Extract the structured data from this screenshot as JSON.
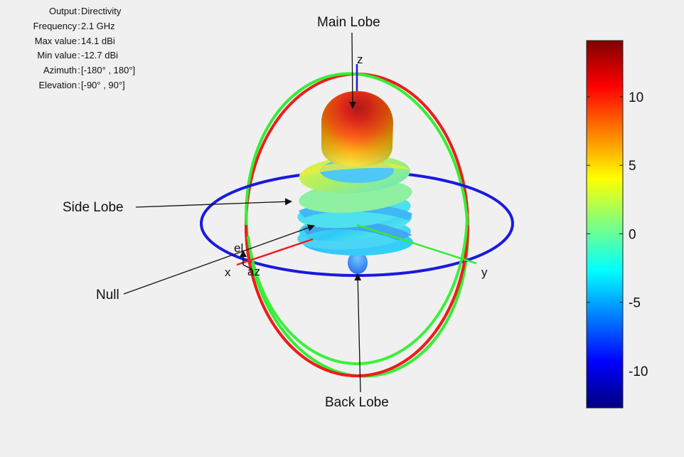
{
  "info": [
    {
      "key": "Output",
      "value": "Directivity"
    },
    {
      "key": "Frequency",
      "value": "2.1 GHz"
    },
    {
      "key": "Max value",
      "value": "14.1 dBi"
    },
    {
      "key": "Min value",
      "value": "-12.7 dBi"
    },
    {
      "key": "Azimuth",
      "value": "[-180° , 180°]"
    },
    {
      "key": "Elevation",
      "value": "[-90° , 90°]"
    }
  ],
  "annotations": {
    "main_lobe": "Main Lobe",
    "side_lobe": "Side Lobe",
    "null": "Null",
    "back_lobe": "Back Lobe"
  },
  "axes": {
    "x": "x",
    "y": "y",
    "z": "z",
    "el": "el",
    "az": "az"
  },
  "colors": {
    "elevation_ring_xz": "#ee1c1c",
    "elevation_ring_yz": "#33ee33",
    "azimuth_ring": "#1a1adf"
  },
  "colorbar": {
    "min": -12.7,
    "max": 14.1,
    "ticks": [
      -10,
      -5,
      0,
      5,
      10
    ],
    "colormap": "jet"
  }
}
